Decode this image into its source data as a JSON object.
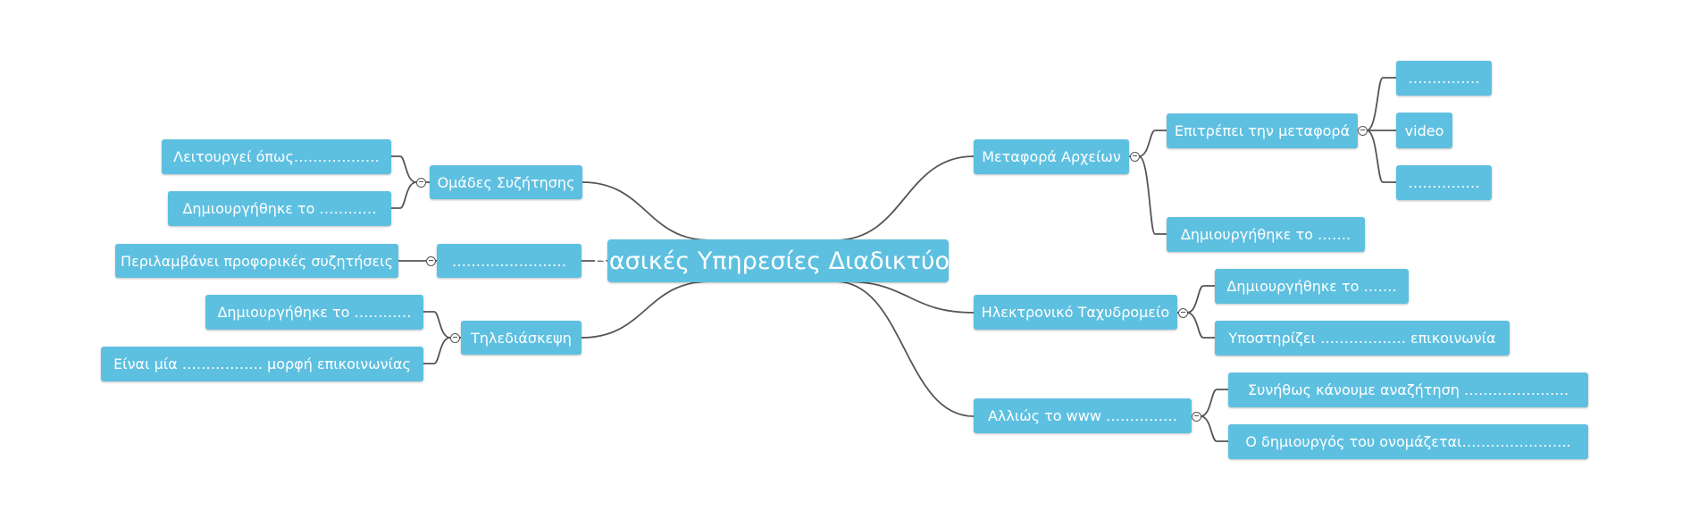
{
  "mindmap": {
    "center": "Βασικές Υπηρεσίες Διαδικτύου",
    "left": {
      "omades": {
        "label": "Ομάδες Συζήτησης",
        "children": [
          "Λειτουργεί όπως………………",
          "Δημιουργήθηκε το …………"
        ]
      },
      "dotted": {
        "label": "……………………",
        "children": [
          "Περιλαμβάνει προφορικές συζητήσεις"
        ]
      },
      "tilediaskepsi": {
        "label": "Τηλεδιάσκεψη",
        "children": [
          "Δημιουργήθηκε το …………",
          "Είναι μία …………….. μορφή επικοινωνίας"
        ]
      }
    },
    "right": {
      "metafora": {
        "label": "Μεταφορά Αρχείων",
        "epitrepei": {
          "label": "Επιτρέπει την μεταφορά",
          "children": [
            "……………",
            "video",
            "……………"
          ]
        },
        "dimiourgithike": "Δημιουργήθηκε το ……."
      },
      "email": {
        "label": "Ηλεκτρονικό Ταχυδρομείο",
        "children": [
          "Δημιουργήθηκε το …….",
          "Υποστηρίζει ……………… επικοινωνία"
        ]
      },
      "www": {
        "label": "Αλλιώς το www ……………",
        "children": [
          "Συνήθως κάνουμε αναζήτηση ………………….",
          "Ο δημιουργός του ονομάζεται………………….."
        ]
      }
    }
  },
  "colors": {
    "node": "#5ec0e0",
    "link": "#555555",
    "text": "#ffffff"
  }
}
